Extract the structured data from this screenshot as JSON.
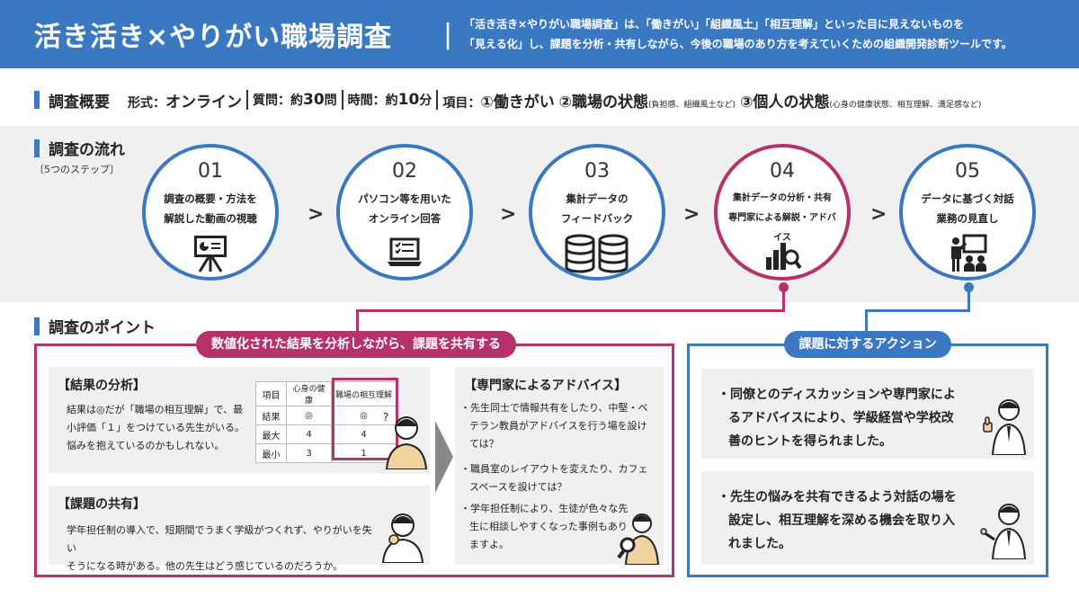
{
  "header": {
    "title": "活き活き×やりがい職場調査",
    "separator": "|",
    "desc_line1": "「活き活き×やりがい職場調査」は、「働きがい」「組織風土」「相互理解」といった目に見えないものを",
    "desc_line2": "「見える化」し、課題を分析・共有しながら、今後の職場のあり方を考えていくための組織開発診断ツールです。"
  },
  "overview": {
    "title": "調査概要",
    "format_label": "形式：",
    "format_value": "オンライン",
    "questions_label": "質問：約",
    "questions_value": "30",
    "questions_unit": "問",
    "time_label": "時間：約",
    "time_value": "10",
    "time_unit": "分",
    "items_label": "項目：",
    "item1": "①働きがい",
    "item2": "②職場の状態",
    "item2_note": "(負担感、組織風土など)",
    "item3": "③個人の状態",
    "item3_note": "(心身の健康状態、相互理解、満足感など)"
  },
  "flow": {
    "title": "調査の流れ",
    "subtitle": "〔5つのステップ〕",
    "steps": [
      {
        "num": "01",
        "line1": "調査の概要・方法を",
        "line2": "解説した動画の視聴",
        "icon": "presentation-board-icon"
      },
      {
        "num": "02",
        "line1": "パソコン等を用いた",
        "line2": "オンライン回答",
        "icon": "laptop-checklist-icon"
      },
      {
        "num": "03",
        "line1": "集計データの",
        "line2": "フィードバック",
        "icon": "database-icon"
      },
      {
        "num": "04",
        "line1": "集計データの分析・共有",
        "line2": "専門家による解説・アドバイス",
        "icon": "chart-magnifier-icon"
      },
      {
        "num": "05",
        "line1": "データに基づく対話",
        "line2": "業務の見直し",
        "icon": "meeting-presenter-icon"
      }
    ],
    "chevron": ">"
  },
  "points": {
    "title": "調査のポイント",
    "left_pill": "数値化された結果を分析しながら、課題を共有する",
    "right_pill": "課題に対するアクション",
    "analysis": {
      "title": "【結果の分析】",
      "line1": "結果は◎だが「職場の相互理解」で、最",
      "line2": "小評価「１」をつけている先生がいる。",
      "line3": "悩みを抱えているのかもしれない。",
      "table": {
        "headers": [
          "項目",
          "心身の健康",
          "職場の相互理解"
        ],
        "rows": [
          [
            "結果",
            "◎",
            "◎"
          ],
          [
            "最大",
            "4",
            "4"
          ],
          [
            "最小",
            "3",
            "1"
          ]
        ]
      }
    },
    "share": {
      "title": "【課題の共有】",
      "line1": "学年担任制の導入で、短期間でうまく学級がつくれず、やりがいを失い",
      "line2": "そうになる時がある。他の先生はどう感じているのだろうか。"
    },
    "advice": {
      "title": "【専門家によるアドバイス】",
      "b1_1": "・先生同士で情報共有をしたり、中堅・ベ",
      "b1_2": "テラン教員がアドバイスを行う場を設け",
      "b1_3": "ては？",
      "b2_1": "・職員室のレイアウトを変えたり、カフェ",
      "b2_2": "スペースを設けては？",
      "b3_1": "・学年担任制により、生徒が色々な先",
      "b3_2": "生に相談しやすくなった事例もあり",
      "b3_3": "ますよ。"
    },
    "action1": {
      "line1": "・同僚とのディスカッションや専門家によ",
      "line2": "るアドバイスにより、学級経営や学校改",
      "line3": "善のヒントを得られました。"
    },
    "action2": {
      "line1": "・先生の悩みを共有できるよう対話の場を",
      "line2": "設定し、相互理解を深める機会を取り入",
      "line3": "れました。"
    }
  },
  "colors": {
    "blue": "#3a78c2",
    "magenta": "#b5336a",
    "band": "#f0f0f0"
  }
}
